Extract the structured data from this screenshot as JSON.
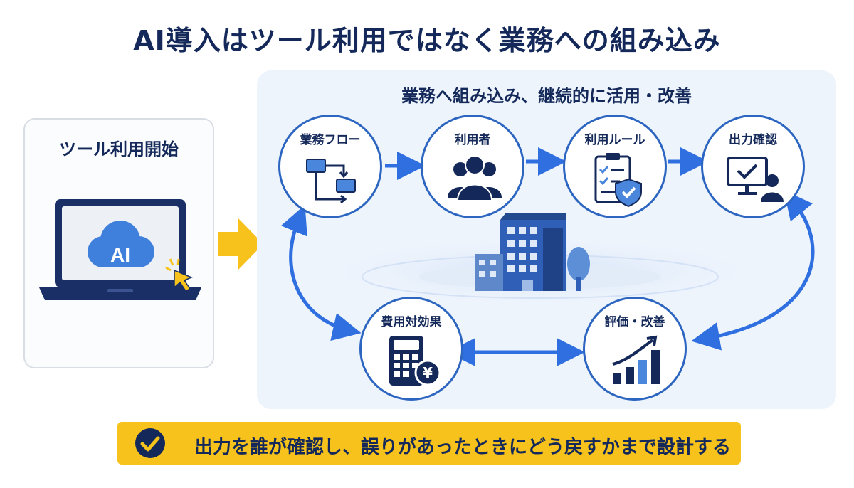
{
  "title": "AI導入はツール利用ではなく業務への組み込み",
  "left_panel": {
    "label": "ツール利用開始",
    "screen_text": "AI"
  },
  "right_panel": {
    "label": "業務へ組み込み、継続的に活用・改善",
    "nodes": [
      {
        "label": "業務フロー",
        "icon": "flowchart-icon"
      },
      {
        "label": "利用者",
        "icon": "users-icon"
      },
      {
        "label": "利用ルール",
        "icon": "checklist-shield-icon"
      },
      {
        "label": "出力確認",
        "icon": "monitor-check-icon"
      },
      {
        "label": "評価・改善",
        "icon": "growth-chart-icon"
      },
      {
        "label": "費用対効果",
        "icon": "calculator-yen-icon"
      }
    ]
  },
  "banner": {
    "text": "出力を誰が確認し、誤りがあったときにどう戻すかまで設計する",
    "icon": "check-circle-icon"
  },
  "colors": {
    "navy": "#14295a",
    "blue": "#2d66c1",
    "arrow_blue": "#2f6fe0",
    "yellow": "#f7c21b",
    "panel_bg": "#eef4fc"
  }
}
